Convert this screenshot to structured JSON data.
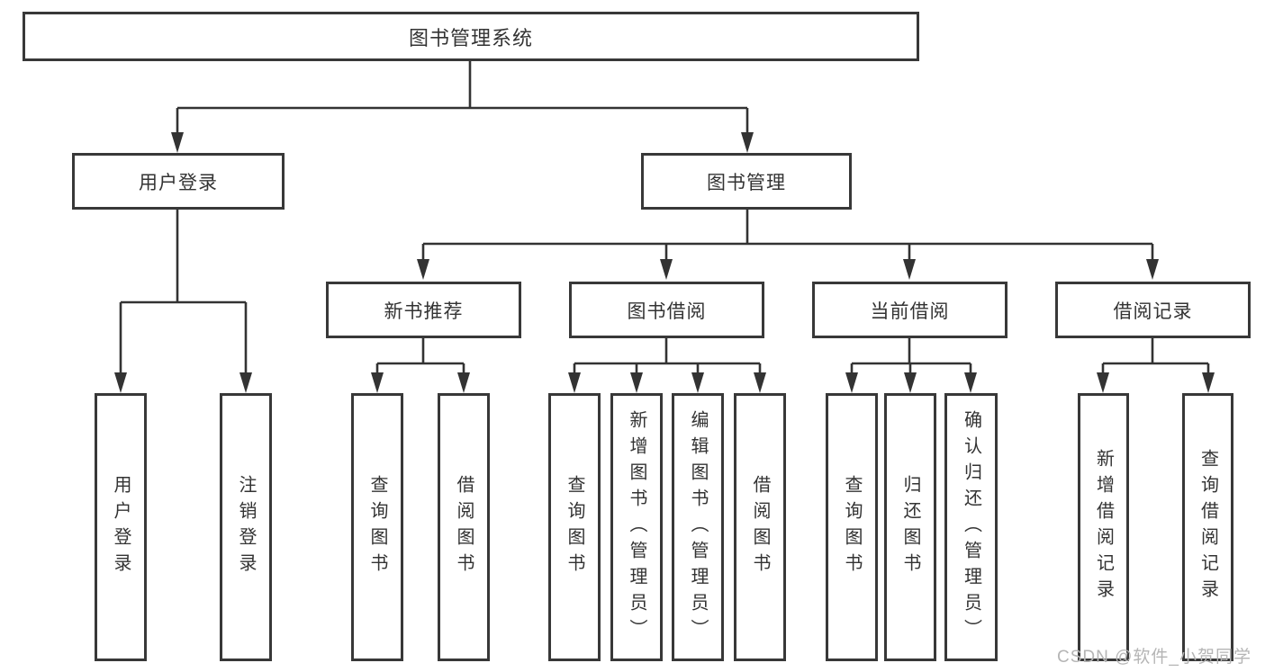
{
  "diagram": {
    "root": "图书管理系统",
    "level2": {
      "user_login": "用户登录",
      "book_management": "图书管理"
    },
    "level3": {
      "new_book": "新书推荐",
      "book_borrow": "图书借阅",
      "current_borrow": "当前借阅",
      "borrow_records": "借阅记录"
    },
    "leaves": {
      "user_login": [
        "用户登录",
        "注销登录"
      ],
      "new_book": [
        "查询图书",
        "借阅图书"
      ],
      "book_borrow": [
        "查询图书",
        "新增图书（管理员）",
        "编辑图书（管理员）",
        "借阅图书"
      ],
      "current_borrow": [
        "查询图书",
        "归还图书",
        "确认归还（管理员）"
      ],
      "borrow_records": [
        "新增借阅记录",
        "查询借阅记录"
      ]
    }
  },
  "watermark": "CSDN @软件_小贺同学",
  "colors": {
    "line": "#333333",
    "border": "#383838",
    "text": "#333333",
    "watermark": "#b5b5b5"
  }
}
